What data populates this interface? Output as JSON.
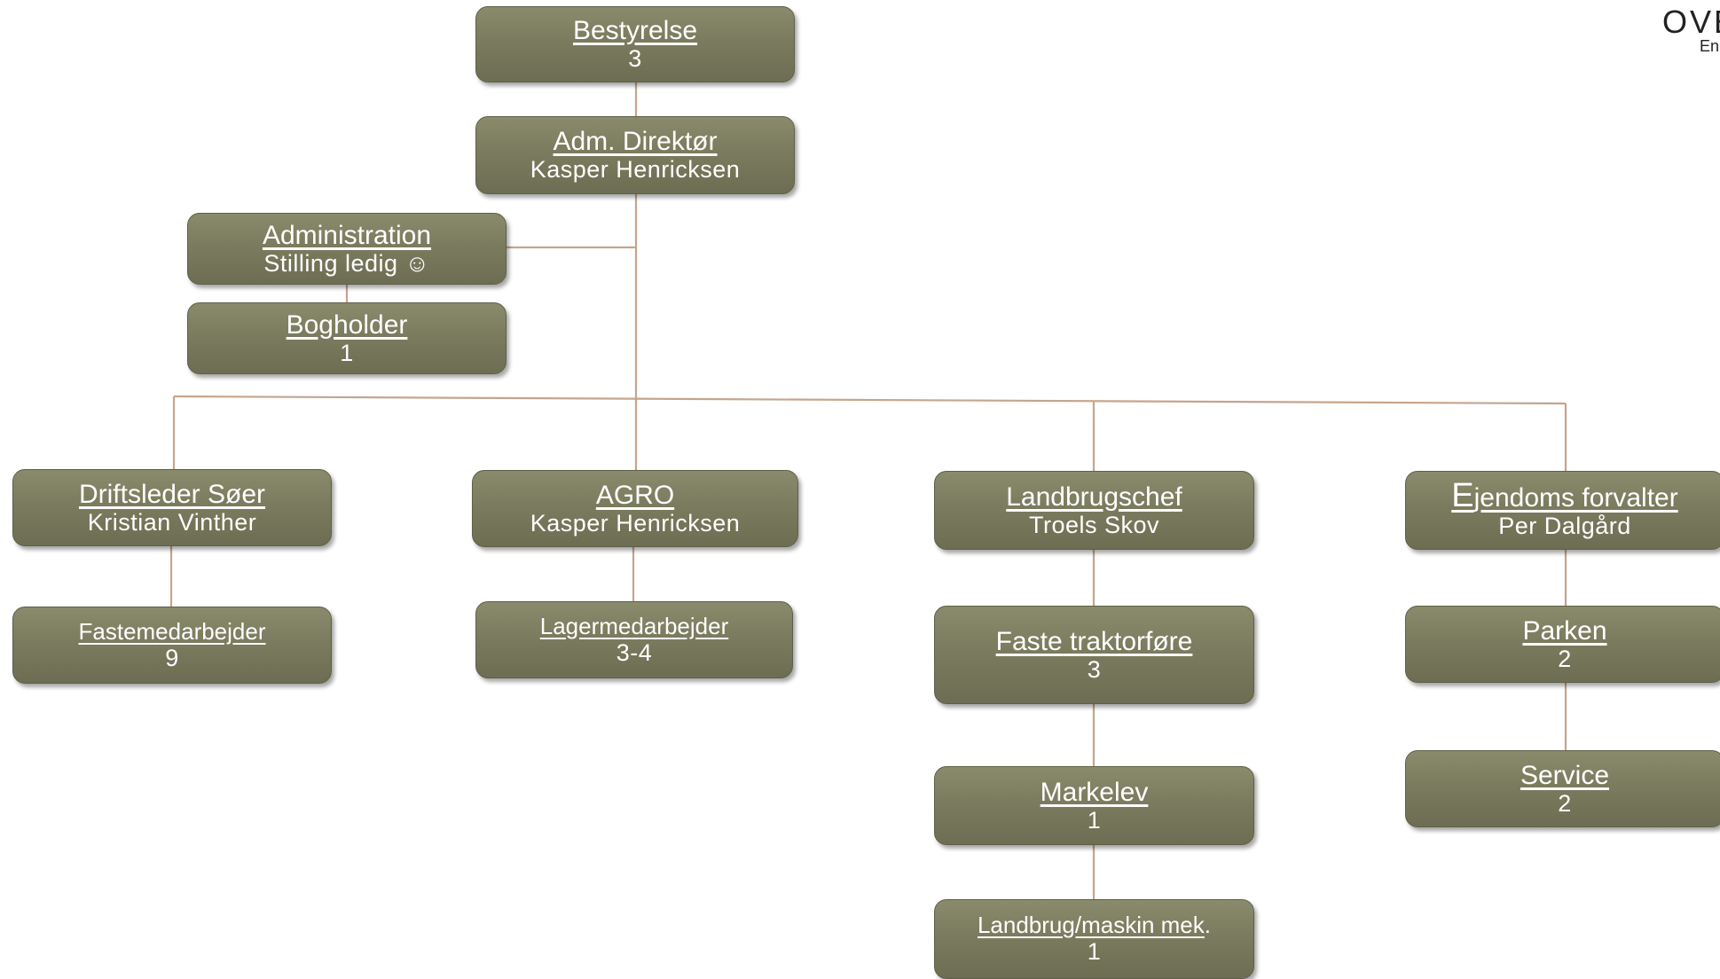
{
  "org_chart": {
    "nodes": {
      "bestyrelse": {
        "title": "Bestyrelse",
        "sub": "3"
      },
      "direktor": {
        "title": "Adm. Direktør",
        "sub": "Kasper Henricksen"
      },
      "administration": {
        "title": "Administration",
        "sub": "Stilling ledig ☺"
      },
      "bogholder": {
        "title": "Bogholder",
        "sub": "1"
      },
      "driftsleder": {
        "title": "Driftsleder Søer",
        "sub": "Kristian Vinther"
      },
      "fastemedarbejder": {
        "title": "Fastemedarbejder",
        "sub": "9"
      },
      "agro": {
        "title": "AGRO",
        "sub": "Kasper Henricksen"
      },
      "lagermedarbejder": {
        "title": "Lagermedarbejder",
        "sub": "3-4"
      },
      "landbrugschef": {
        "title": "Landbrugschef",
        "sub": "Troels Skov"
      },
      "traktorfore": {
        "title": "Faste traktorføre",
        "sub": "3"
      },
      "markelev": {
        "title": "Markelev",
        "sub": "1"
      },
      "maskinmek": {
        "title": "Landbrug/maskin mek",
        "title_suffix": ".",
        "sub": "1"
      },
      "ejendoms": {
        "title_initial": "E",
        "title": "jendoms forvalter",
        "sub": "Per Dalgård"
      },
      "parken": {
        "title": "Parken",
        "sub": "2"
      },
      "service": {
        "title": "Service",
        "sub": "2"
      }
    }
  },
  "corner_logo": {
    "main": "OVE",
    "sub": "En"
  },
  "colors": {
    "box_fill": "#7b7b5f",
    "box_border": "#5f5f47",
    "connector": "#c5a58c",
    "text": "#ffffff"
  }
}
